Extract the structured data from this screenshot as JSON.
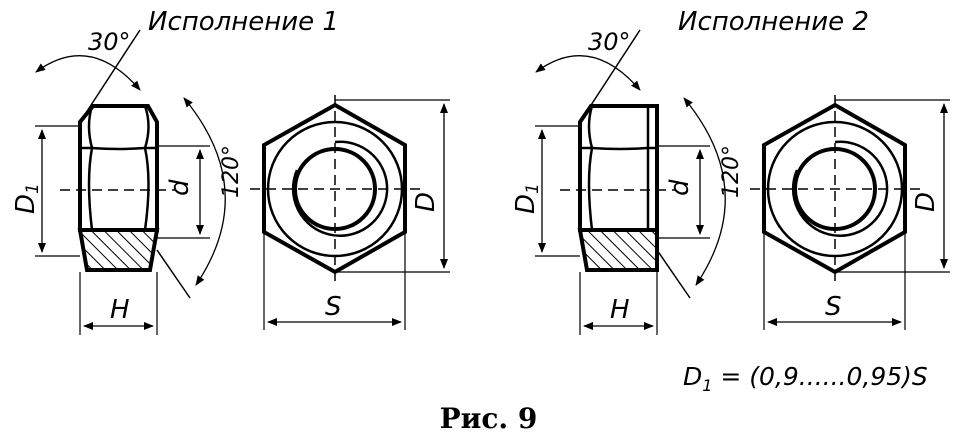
{
  "variants": [
    {
      "title": "Исполнение 1",
      "angle_chamfer": "30°",
      "angle_hex": "120°",
      "labels": {
        "D1_main": "D",
        "D1_sub": "1",
        "d": "d",
        "H": "H",
        "S": "S",
        "D": "D"
      }
    },
    {
      "title": "Исполнение 2",
      "angle_chamfer": "30°",
      "angle_hex": "120°",
      "labels": {
        "D1_main": "D",
        "D1_sub": "1",
        "d": "d",
        "H": "H",
        "S": "S",
        "D": "D"
      }
    }
  ],
  "formula": {
    "lhs_main": "D",
    "lhs_sub": "1",
    "rhs": " = (0,9......0,95)S"
  },
  "caption": "Рис.   9"
}
